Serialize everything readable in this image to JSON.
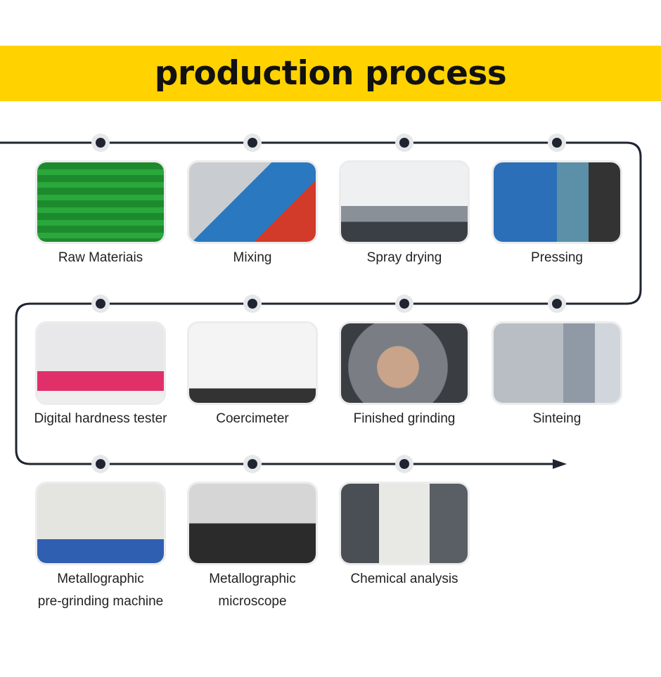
{
  "title": "production process",
  "colors": {
    "banner": "#ffd200",
    "line": "#1f2530",
    "halo": "#e6e7e9"
  },
  "steps": [
    {
      "label": "Raw Materiais",
      "image": "green-buckets"
    },
    {
      "label": "Mixing",
      "image": "mixing-machine"
    },
    {
      "label": "Spray drying",
      "image": "spray-dryer"
    },
    {
      "label": "Pressing",
      "image": "press-machine"
    },
    {
      "label": "Digital hardness tester",
      "image": "hardness-tester"
    },
    {
      "label": "Coercimeter",
      "image": "coercimeter"
    },
    {
      "label": "Finished grinding",
      "image": "lathe"
    },
    {
      "label": "Sinteing",
      "image": "sintering-furnace"
    },
    {
      "label": "Metallographic pre-grinding machine",
      "line1": "Metallographic",
      "line2": "pre-grinding machine",
      "image": "grinder"
    },
    {
      "label": "Metallographic microscope",
      "line1": "Metallographic",
      "line2": "microscope",
      "image": "microscope"
    },
    {
      "label": "Chemical analysis",
      "image": "analyzer"
    }
  ]
}
